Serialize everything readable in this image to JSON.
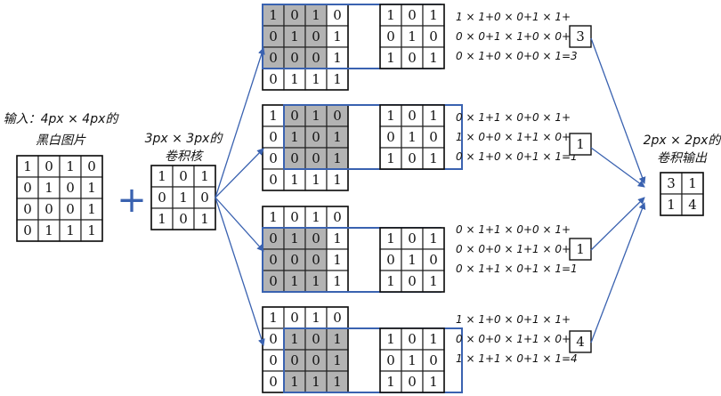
{
  "input": {
    "title_line1": "输入：4px × 4px的",
    "title_line2": "黑白图片",
    "matrix": [
      [
        "1",
        "0",
        "1",
        "0"
      ],
      [
        "0",
        "1",
        "0",
        "1"
      ],
      [
        "0",
        "0",
        "0",
        "1"
      ],
      [
        "0",
        "1",
        "1",
        "1"
      ]
    ]
  },
  "kernel": {
    "title_line1": "3px × 3px的",
    "title_line2": "卷积核",
    "matrix": [
      [
        "1",
        "0",
        "1"
      ],
      [
        "0",
        "1",
        "0"
      ],
      [
        "1",
        "0",
        "1"
      ]
    ]
  },
  "plus_symbol": "+",
  "output": {
    "title_line1": "2px × 2px的",
    "title_line2": "卷积输出",
    "matrix": [
      [
        "3",
        "1"
      ],
      [
        "1",
        "4"
      ]
    ]
  },
  "steps": [
    {
      "window": [
        0,
        0
      ],
      "equations": [
        "1 × 1+0 × 0+1 × 1+",
        "0 × 0+1 × 1+0 × 0+",
        "0 × 1+0 × 0+0 × 1=3"
      ],
      "result": "3"
    },
    {
      "window": [
        0,
        1
      ],
      "equations": [
        "0 × 1+1 × 0+0 × 1+",
        "1 × 0+0 × 1+1 × 0+",
        "0 × 1+0 × 0+1 × 1=1"
      ],
      "result": "1"
    },
    {
      "window": [
        1,
        0
      ],
      "equations": [
        "0 × 1+1 × 0+0 × 1+",
        "0 × 0+0 × 1+1 × 0+",
        "0 × 1+1 × 0+1 × 1=1"
      ],
      "result": "1"
    },
    {
      "window": [
        1,
        1
      ],
      "equations": [
        "1 × 1+0 × 0+1 × 1+",
        "0 × 0+0 × 1+1 × 0+",
        "1 × 1+1 × 0+1 × 1=4"
      ],
      "result": "4"
    }
  ],
  "colors": {
    "arrow": "#3a62b0",
    "highlight": "#b3b3b3",
    "kernel_outline": "#3a62b0",
    "ink": "#111111"
  }
}
